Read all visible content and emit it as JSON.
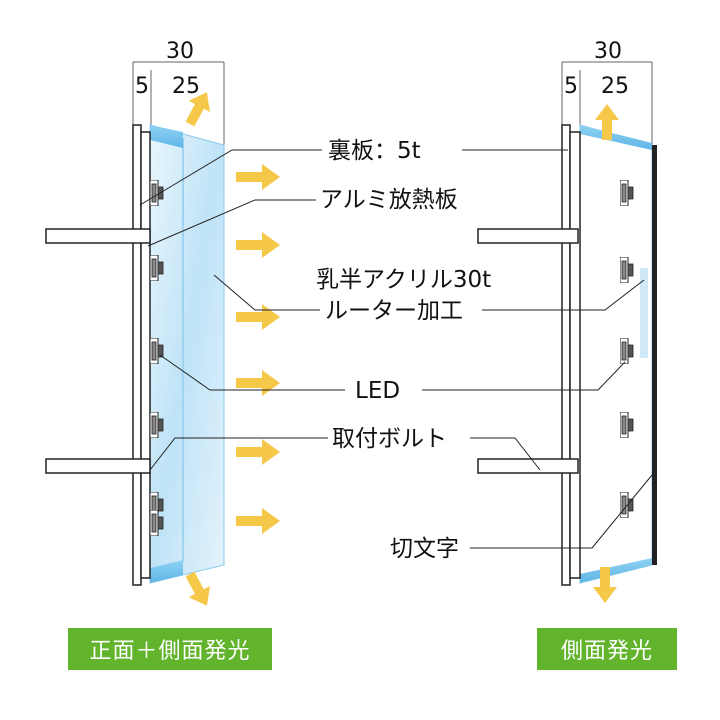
{
  "dimensions": {
    "left": {
      "total": "30",
      "a": "5",
      "b": "25"
    },
    "right": {
      "total": "30",
      "a": "5",
      "b": "25"
    }
  },
  "labels": {
    "back_plate": "裏板：5t",
    "alu_plate": "アルミ放熱板",
    "acrylic_line1": "乳半アクリル30t",
    "acrylic_line2": "ルーター加工",
    "led": "LED",
    "bolt": "取付ボルト",
    "cut_letter": "切文字"
  },
  "badges": {
    "left": "正面＋側面発光",
    "right": "側面発光"
  },
  "colors": {
    "badge_green": "#62b42c",
    "arrow_yellow": "#f5c84a",
    "acrylic_blue": "#bfe3f7",
    "edge_blue": "#7cc8f0",
    "line": "#222222"
  }
}
